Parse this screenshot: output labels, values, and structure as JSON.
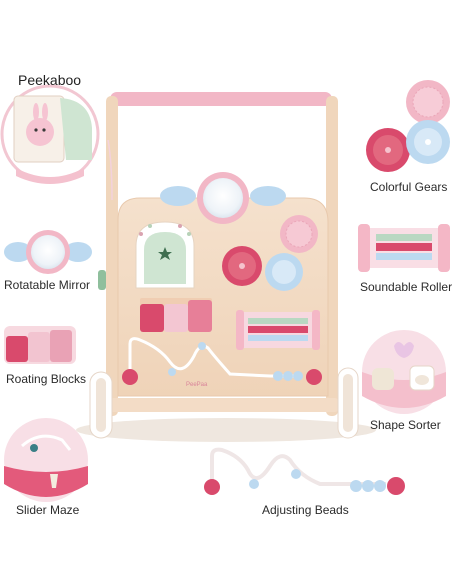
{
  "features": [
    {
      "id": "peekaboo",
      "label": "Peekaboo"
    },
    {
      "id": "colorful-gears",
      "label": "Colorful Gears"
    },
    {
      "id": "rotatable-mirror",
      "label": "Rotatable Mirror"
    },
    {
      "id": "soundable-roller",
      "label": "Soundable Roller"
    },
    {
      "id": "roating-blocks",
      "label": "Roating Blocks"
    },
    {
      "id": "shape-sorter",
      "label": "Shape Sorter"
    },
    {
      "id": "slider-maze",
      "label": "Slider Maze"
    },
    {
      "id": "adjusting-beads",
      "label": "Adjusting Beads"
    }
  ],
  "product": {
    "brand_mark": "PeePaa"
  },
  "colors": {
    "wood": "#f3dcc6",
    "wood_dark": "#e8c7a8",
    "pink": "#f1a3b7",
    "magenta": "#d94a6c",
    "light_pink": "#f7cad6",
    "mint": "#cfe7d4",
    "sky": "#bcd9f0",
    "cream": "#fbf3ea"
  }
}
